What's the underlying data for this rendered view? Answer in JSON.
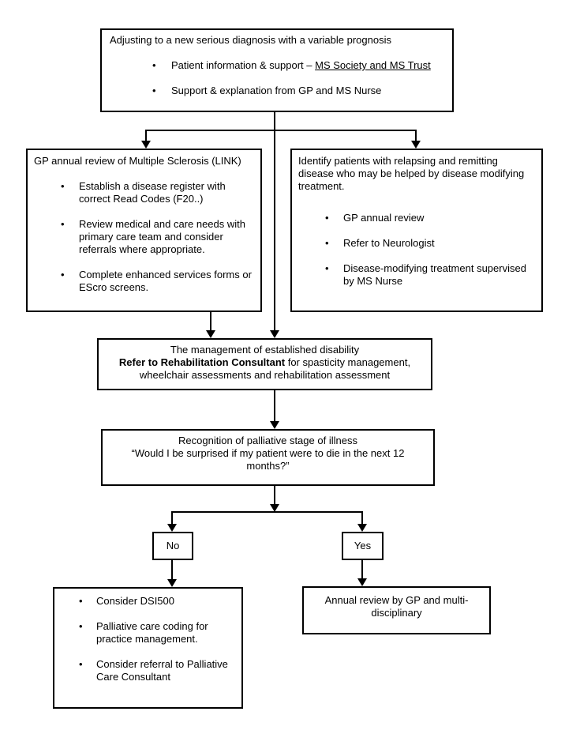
{
  "colors": {
    "line": "#000000",
    "background": "#ffffff",
    "text": "#000000"
  },
  "top_box": {
    "title": "Adjusting to a new serious diagnosis with a variable prognosis",
    "bullet1_prefix": "Patient information & support – ",
    "bullet1_link": "MS Society and MS Trust",
    "bullet2": "Support & explanation from GP and MS Nurse"
  },
  "left_box": {
    "title": "GP annual review of Multiple Sclerosis (LINK)",
    "bullets": [
      "Establish a disease register with correct Read Codes (F20..)",
      "Review medical and care needs with primary care team and consider referrals where appropriate.",
      "Complete enhanced services forms or EScro screens."
    ]
  },
  "right_box": {
    "title": "Identify patients with relapsing and remitting disease who may be helped by disease modifying treatment.",
    "bullets": [
      "GP annual review",
      "Refer to Neurologist",
      "Disease-modifying treatment supervised by MS Nurse"
    ]
  },
  "middle_box": {
    "line1": "The management of established disability",
    "line2_bold": "Refer to Rehabilitation Consultant",
    "line2_rest": " for spasticity management, wheelchair assessments and rehabilitation assessment"
  },
  "palliative_box": {
    "line1": "Recognition of palliative stage of illness",
    "line2": "“Would I be surprised if my patient were to die in the next 12 months?”"
  },
  "no_box": {
    "label": "No"
  },
  "yes_box": {
    "label": "Yes"
  },
  "bottom_left_box": {
    "bullets": [
      "Consider DSI500",
      "Palliative care coding for practice management.",
      "Consider referral to Palliative Care Consultant"
    ]
  },
  "bottom_right_box": {
    "text": "Annual review by GP and multi-disciplinary"
  }
}
